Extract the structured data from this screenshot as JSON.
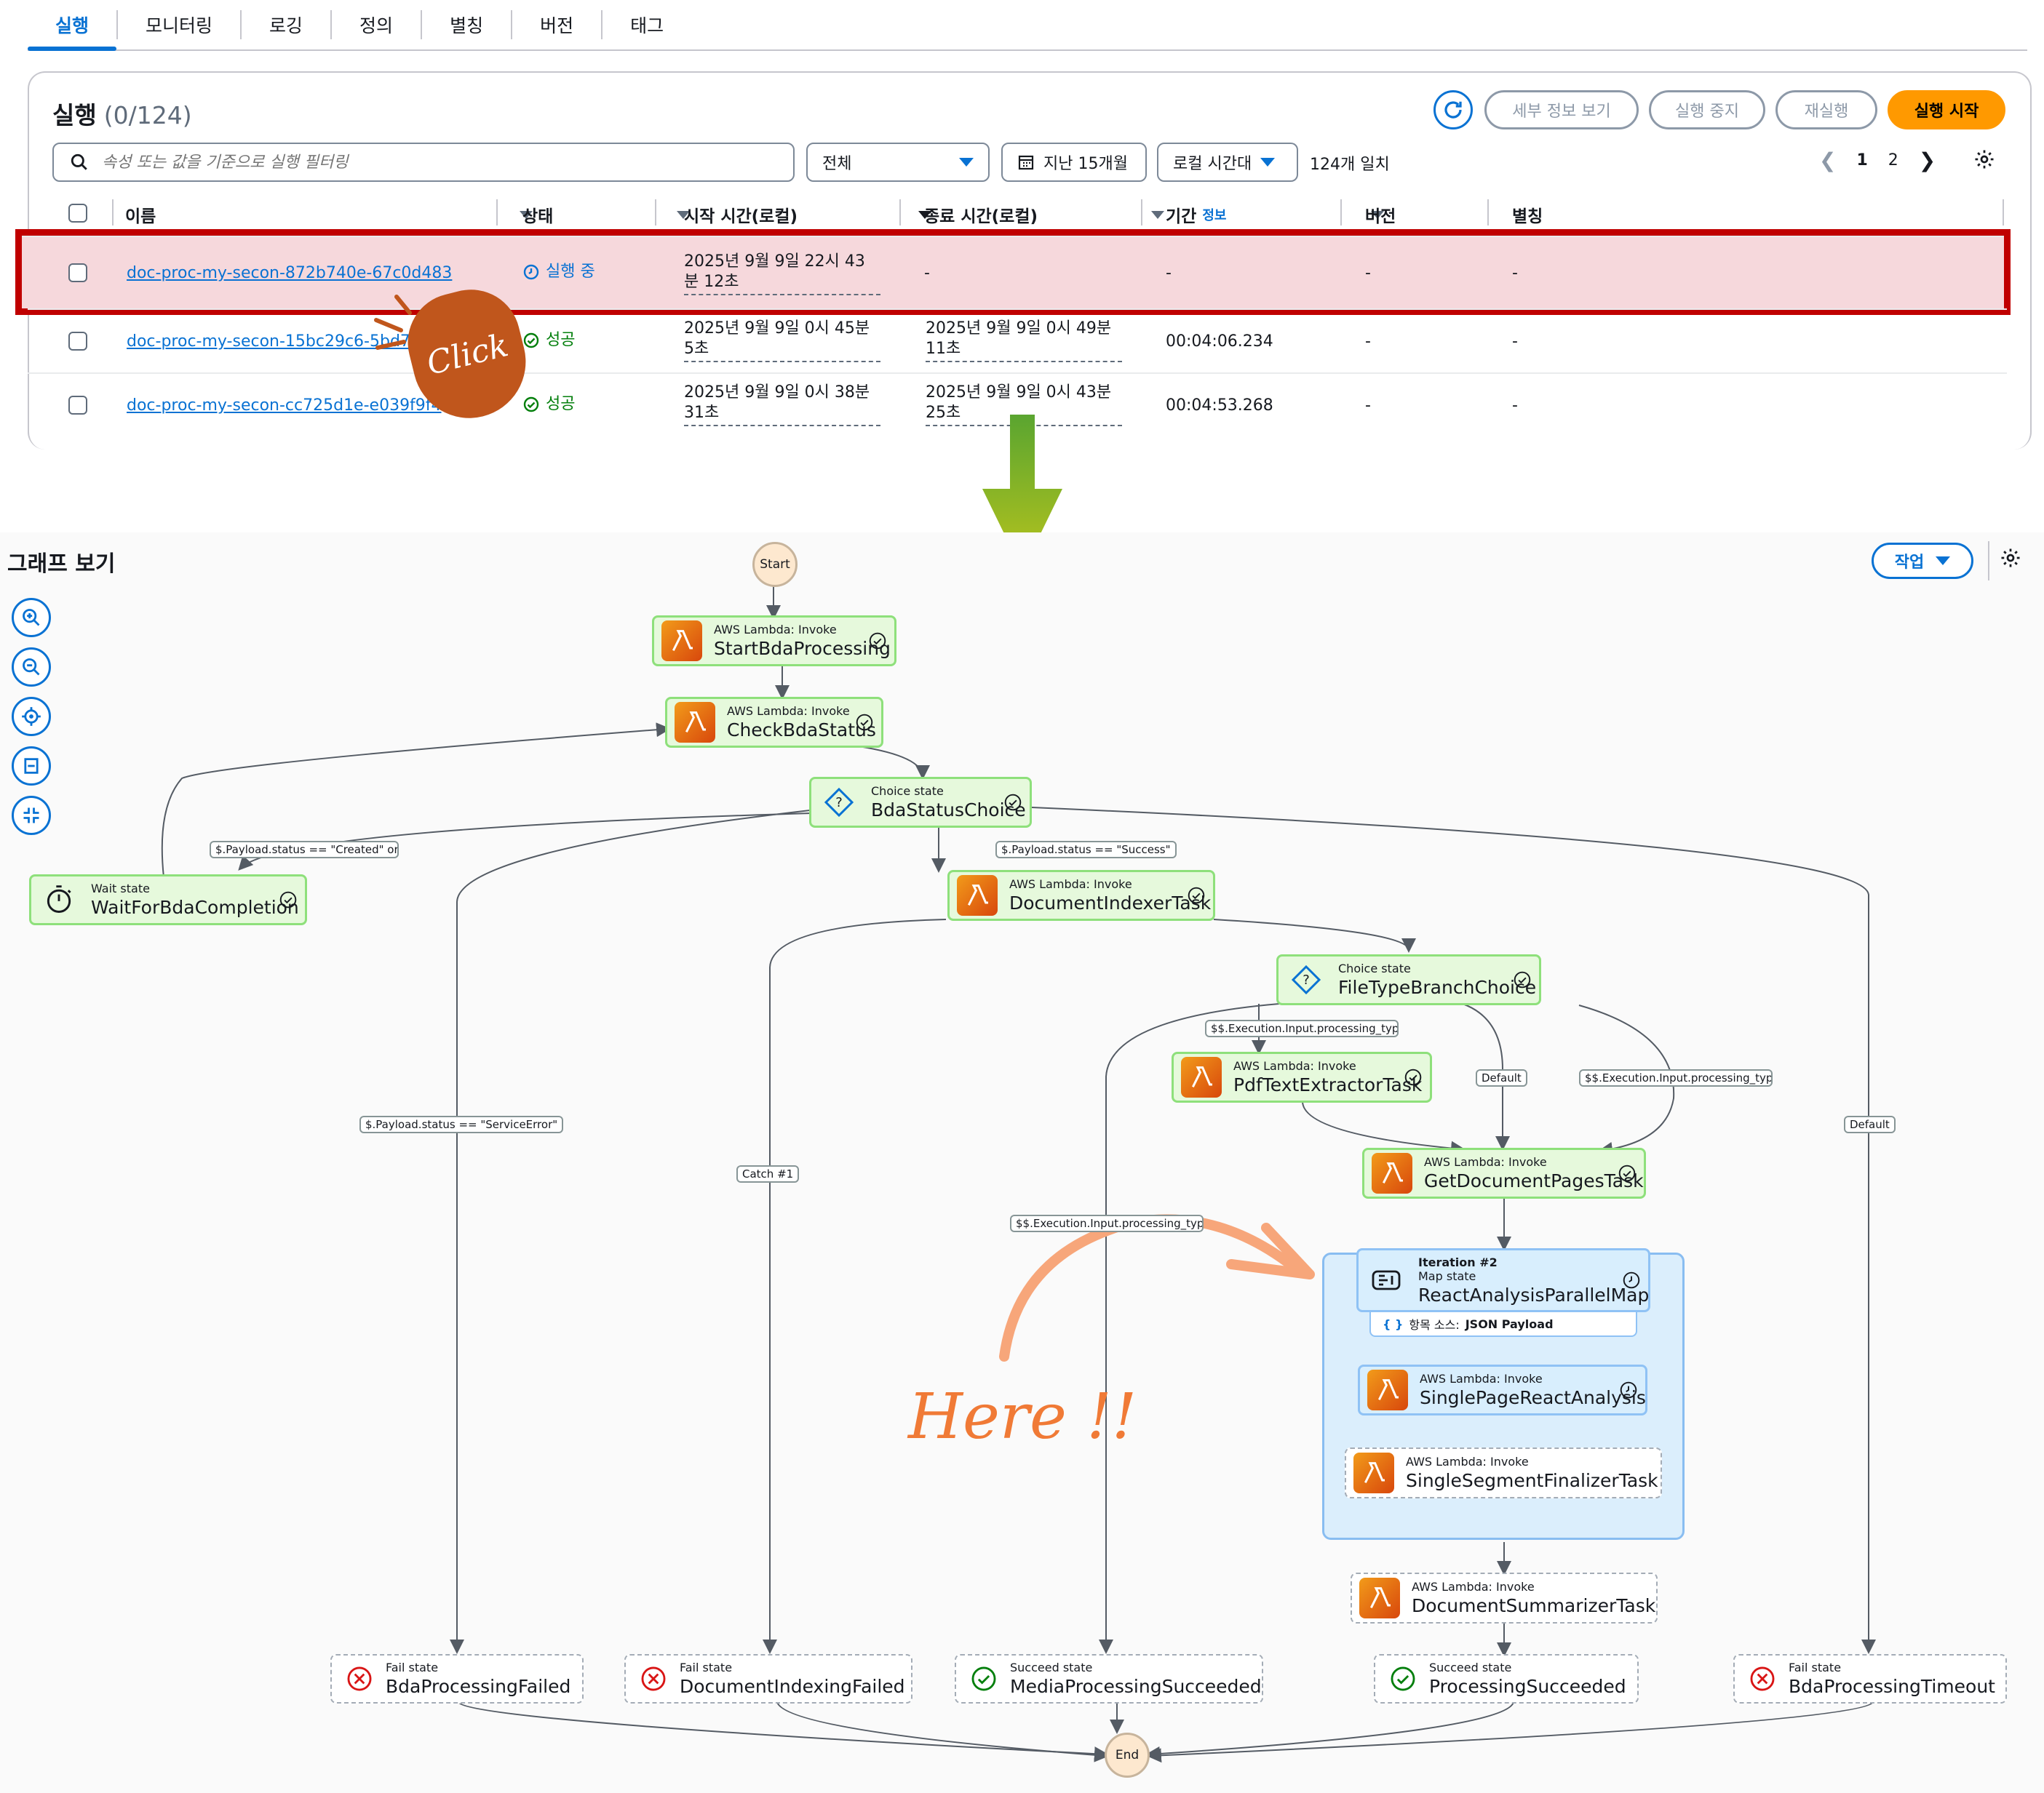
{
  "tabs": [
    "실행",
    "모니터링",
    "로깅",
    "정의",
    "별칭",
    "버전",
    "태그"
  ],
  "header": {
    "title": "실행",
    "count": "(0/124)",
    "buttons": {
      "details": "세부 정보 보기",
      "stop": "실행 중지",
      "redrive": "재실행",
      "start": "실행 시작"
    }
  },
  "filter": {
    "search_placeholder": "속성 또는 값을 기준으로 실행 필터링",
    "status_select": "전체",
    "date_range": "지난 15개월",
    "timezone": "로컬 시간대",
    "matches": "124개 일치",
    "pages": [
      "1",
      "2"
    ]
  },
  "table": {
    "columns": {
      "name": "이름",
      "status": "상태",
      "start": "시작 시간(로컬)",
      "end": "종료 시간(로컬)",
      "duration": "기간",
      "duration_info": "정보",
      "version": "버전",
      "alias": "별칭"
    },
    "rows": [
      {
        "name": "doc-proc-my-secon-872b740e-67c0d483",
        "status": "실행 중",
        "start1": "2025년 9월 9일 22시 43",
        "start2": "분 12초",
        "end1": "-",
        "end2": "",
        "duration": "-",
        "version": "-",
        "alias": "-"
      },
      {
        "name": "doc-proc-my-secon-15bc29c6-5bd7",
        "status": "성공",
        "start1": "2025년 9월 9일 0시 45분",
        "start2": "5초",
        "end1": "2025년 9월 9일 0시 49분",
        "end2": "11초",
        "duration": "00:04:06.234",
        "version": "-",
        "alias": "-"
      },
      {
        "name": "doc-proc-my-secon-cc725d1e-e039f9f4",
        "status": "성공",
        "start1": "2025년 9월 9일 0시 38분",
        "start2": "31초",
        "end1": "2025년 9월 9일 0시 43분",
        "end2": "25초",
        "duration": "00:04:53.268",
        "version": "-",
        "alias": "-"
      }
    ]
  },
  "annotation": {
    "click": "Click",
    "here": "Here !!"
  },
  "graph": {
    "title": "그래프 보기",
    "action_button": "작업",
    "start": "Start",
    "end": "End",
    "nodes": {
      "start_bda": {
        "type": "AWS Lambda: Invoke",
        "name": "StartBdaProcessing"
      },
      "check_bda": {
        "type": "AWS Lambda: Invoke",
        "name": "CheckBdaStatus"
      },
      "bda_choice": {
        "type": "Choice state",
        "name": "BdaStatusChoice"
      },
      "wait": {
        "type": "Wait state",
        "name": "WaitForBdaCompletion"
      },
      "indexer": {
        "type": "AWS Lambda: Invoke",
        "name": "DocumentIndexerTask"
      },
      "filetype": {
        "type": "Choice state",
        "name": "FileTypeBranchChoice"
      },
      "pdf": {
        "type": "AWS Lambda: Invoke",
        "name": "PdfTextExtractorTask"
      },
      "getpages": {
        "type": "AWS Lambda: Invoke",
        "name": "GetDocumentPagesTask"
      },
      "map_iter": "Iteration #2",
      "map": {
        "type": "Map state",
        "name": "ReactAnalysisParallelMap"
      },
      "map_source_label": "항목 소스:",
      "map_source_value": "JSON Payload",
      "single_react": {
        "type": "AWS Lambda: Invoke",
        "name": "SinglePageReactAnalysis"
      },
      "finalizer": {
        "type": "AWS Lambda: Invoke",
        "name": "SingleSegmentFinalizerTask"
      },
      "summarizer": {
        "type": "AWS Lambda: Invoke",
        "name": "DocumentSummarizerTask"
      },
      "fail_bda": {
        "type": "Fail state",
        "name": "BdaProcessingFailed"
      },
      "fail_index": {
        "type": "Fail state",
        "name": "DocumentIndexingFailed"
      },
      "media_ok": {
        "type": "Succeed state",
        "name": "MediaProcessingSucceeded"
      },
      "proc_ok": {
        "type": "Succeed state",
        "name": "ProcessingSucceeded"
      },
      "fail_timeout": {
        "type": "Fail state",
        "name": "BdaProcessingTimeout"
      }
    },
    "edge_labels": {
      "created": "$.Payload.status == \"Created\" or $",
      "success": "$.Payload.status == \"Success\"",
      "service_error": "$.Payload.status == \"ServiceError\"",
      "catch": "Catch #1",
      "exec_input_1": "$$.Execution.Input.processing_typ",
      "exec_input_2": "$$.Execution.Input.processing_typ",
      "exec_input_3": "$$.Execution.Input.processing_typ",
      "default_1": "Default",
      "default_2": "Default"
    }
  },
  "colors": {
    "accent": "#0972d3",
    "primary_button": "#ff9900",
    "highlight_border": "#c00000",
    "success": "#037f0c",
    "lambda": "#ed7100",
    "here": "#f07a36"
  }
}
